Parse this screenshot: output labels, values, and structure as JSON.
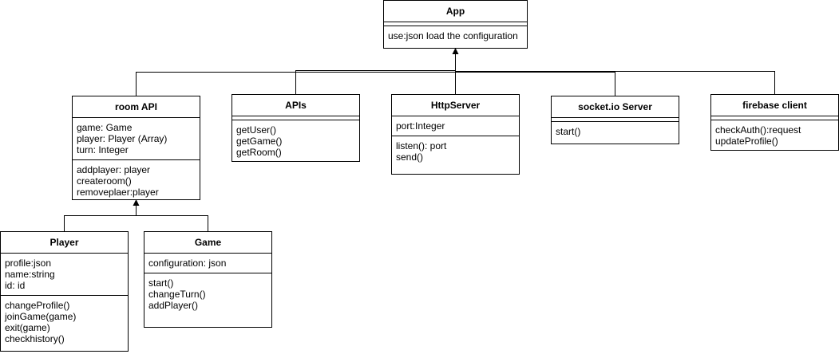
{
  "classes": {
    "app": {
      "name": "App",
      "attributes": [],
      "methods": [
        "use:json load the configuration"
      ]
    },
    "room_api": {
      "name": "room API",
      "attributes": [
        "game: Game",
        "player: Player (Array)",
        "turn: Integer"
      ],
      "methods": [
        "addplayer: player",
        "createroom()",
        "removeplaer:player"
      ]
    },
    "apis": {
      "name": "APIs",
      "attributes": [],
      "methods": [
        "getUser()",
        "getGame()",
        "getRoom()"
      ]
    },
    "http_server": {
      "name": "HttpServer",
      "attributes": [
        "port:Integer"
      ],
      "methods": [
        "listen(): port",
        "send()"
      ]
    },
    "socket_server": {
      "name": "socket.io Server",
      "attributes": [],
      "methods": [
        "start()"
      ]
    },
    "firebase_client": {
      "name": "firebase client",
      "attributes": [],
      "methods": [
        "checkAuth():request",
        "updateProfile()"
      ]
    },
    "player": {
      "name": "Player",
      "attributes": [
        "profile:json",
        "name:string",
        "id: id"
      ],
      "methods": [
        "changeProfile()",
        "joinGame(game)",
        "exit(game)",
        "checkhistory()"
      ]
    },
    "game": {
      "name": "Game",
      "attributes": [
        "configuration: json"
      ],
      "methods": [
        "start()",
        "changeTurn()",
        "addPlayer()"
      ]
    }
  },
  "colors": {
    "line": "#000000",
    "background": "#ffffff"
  }
}
